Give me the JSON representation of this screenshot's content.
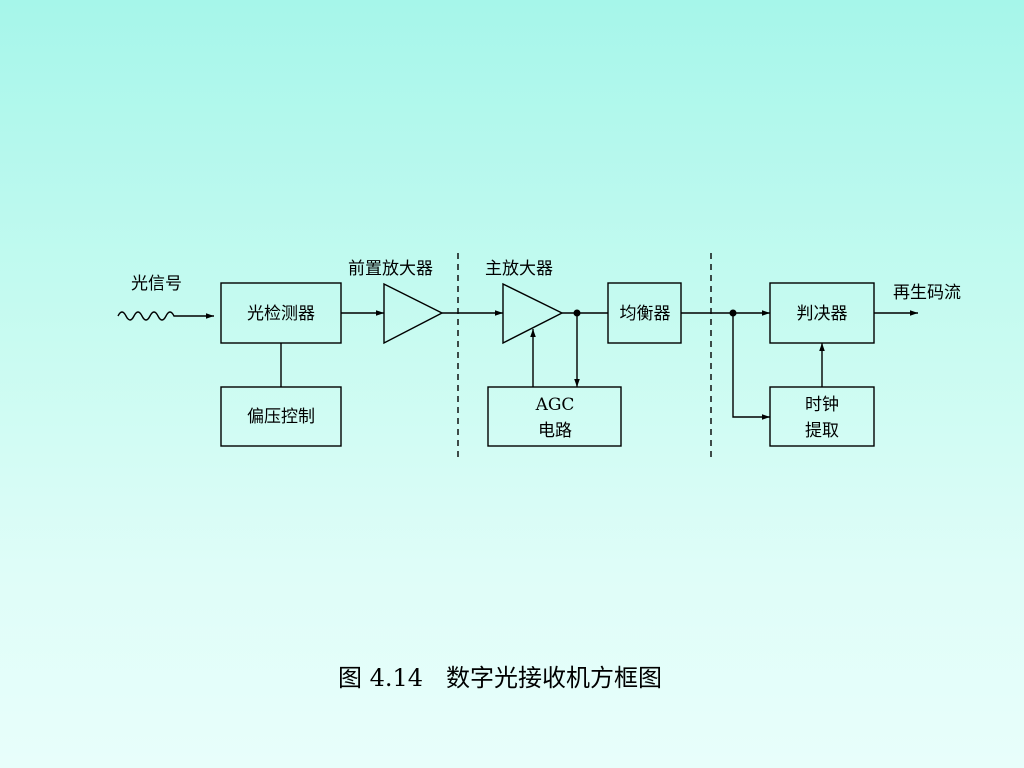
{
  "labels": {
    "optical_signal": "光信号",
    "preamp": "前置放大器",
    "main_amp": "主放大器",
    "regenerated_stream": "再生码流"
  },
  "blocks": {
    "photodetector": "光检测器",
    "bias_control": "偏压控制",
    "agc_line1": "AGC",
    "agc_line2": "电路",
    "equalizer": "均衡器",
    "decision": "判决器",
    "clock_line1": "时钟",
    "clock_line2": "提取"
  },
  "caption": "图 4.14   数字光接收机方框图"
}
